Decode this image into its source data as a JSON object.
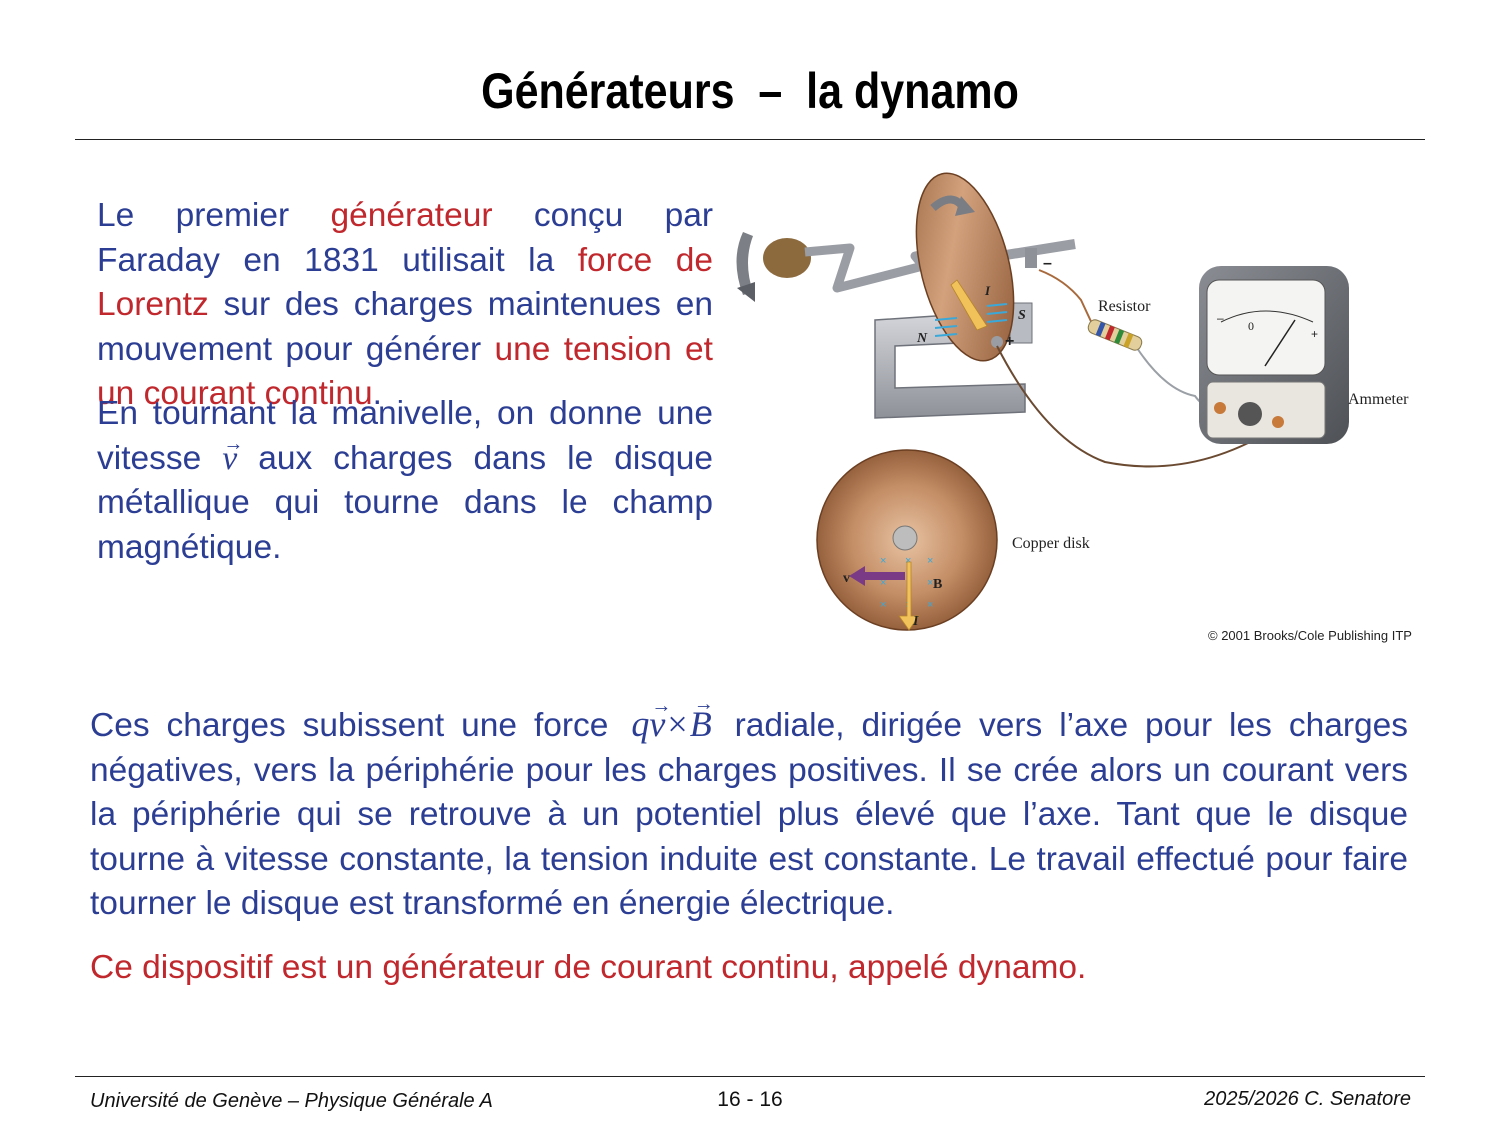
{
  "slide": {
    "title": "Générateurs  –  la dynamo",
    "para1": {
      "t1": "Le premier ",
      "r1": "générateur",
      "t2": " conçu par Faraday en 1831 utilisait la ",
      "r2": "force de Lorentz",
      "t3": " sur des charges maintenues en mouvement pour générer ",
      "r3": "une tension et un courant continu",
      "t4": "."
    },
    "para2": {
      "t1": "En tournant la manivelle, on donne une vitesse ",
      "vec": "v",
      "t2": " aux charges dans le disque métallique qui tourne dans le champ magnétique."
    },
    "para3": {
      "t1": "Ces charges subissent une force ",
      "formula_q": "q",
      "formula_v": "v",
      "formula_times": "×",
      "formula_B": "B",
      "t2": " radiale, dirigée vers l’axe pour les charges négatives, vers la périphérie pour les charges positives. Il se crée alors un courant vers la périphérie qui se retrouve à un potentiel plus élevé que l’axe. Tant que le disque tourne à vitesse constante, la tension induite est constante. Le travail effectué pour faire tourner le disque est transformé en énergie électrique."
    },
    "para4": "Ce dispositif est un générateur de courant continu, appelé dynamo."
  },
  "figure": {
    "label_resistor": "Resistor",
    "label_ammeter": "Ammeter",
    "label_copper_disk": "Copper disk",
    "label_N": "N",
    "label_S": "S",
    "label_I_top": "I",
    "label_minus": "–",
    "label_plus": "+",
    "label_v": "v",
    "label_B": "B",
    "label_I_bottom": "I",
    "meter_zero": "0",
    "meter_minus": "–",
    "meter_plus": "+",
    "copyright": "© 2001 Brooks/Cole Publishing ITP",
    "colors": {
      "copper": "#b98560",
      "magnet": "#a8abb3",
      "field_arrows": "#3aa8d8",
      "velocity_arrow": "#7a3a86",
      "current_arrow": "#f2c25a"
    }
  },
  "footer": {
    "left": "Université de Genève – Physique Générale A",
    "center": "16 - 16",
    "right": "2025/2026  C. Senatore"
  }
}
